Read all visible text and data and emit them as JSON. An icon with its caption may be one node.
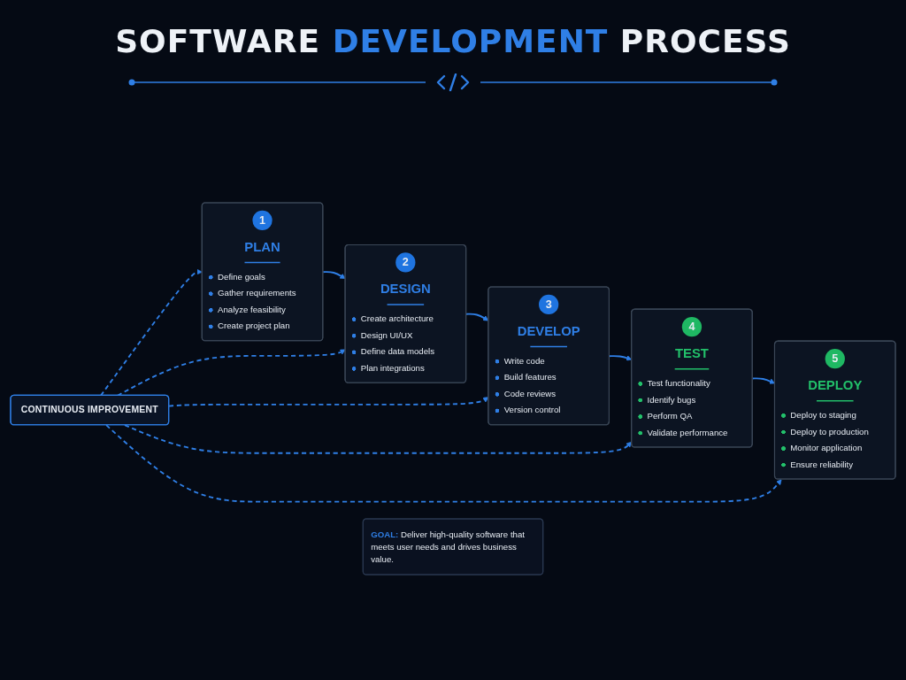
{
  "diagram": {
    "title": "SOFTWARE DEVELOPMENT PROCESS",
    "nodes": [
      {
        "text": [
          "1",
          "PLAN",
          "Define goals",
          "Gather requirements",
          "Analyze feasibility",
          "Create project plan"
        ]
      },
      {
        "text": [
          "2",
          "DESIGN",
          "Create architecture",
          "Design UI/UX",
          "Define data models",
          "Plan integrations"
        ]
      },
      {
        "text": [
          "3",
          "DEVELOP",
          "Write code",
          "Build features",
          "Code reviews",
          "Version control"
        ]
      },
      {
        "text": [
          "4",
          "TEST",
          "Test functionality",
          "Identify bugs",
          "Perform QA",
          "Validate performance"
        ]
      },
      {
        "text": [
          "5",
          "DEPLOY",
          "Deploy to staging",
          "Deploy to production",
          "Monitor application",
          "Ensure reliability"
        ]
      },
      {
        "text": [
          "CONTINUOUS IMPROVEMENT"
        ]
      },
      {
        "text": [
          "GOAL: Deliver high-quality software that meets user needs and drives business value."
        ]
      }
    ],
    "edges": [
      {
        "from": 0,
        "to": 1,
        "arrow": "to"
      },
      {
        "from": 1,
        "to": 2,
        "arrow": "to"
      },
      {
        "from": 2,
        "to": 3,
        "arrow": "to"
      },
      {
        "from": 3,
        "to": 4,
        "arrow": "to"
      },
      {
        "from": 5,
        "to": 0,
        "arrow": "to",
        "style": "dashed"
      },
      {
        "from": 5,
        "to": 1,
        "arrow": "to",
        "style": "dashed"
      },
      {
        "from": 5,
        "to": 2,
        "arrow": "to",
        "style": "dashed"
      },
      {
        "from": 5,
        "to": 3,
        "arrow": "to",
        "style": "dashed"
      },
      {
        "from": 5,
        "to": 4,
        "arrow": "to",
        "style": "dashed"
      }
    ]
  }
}
